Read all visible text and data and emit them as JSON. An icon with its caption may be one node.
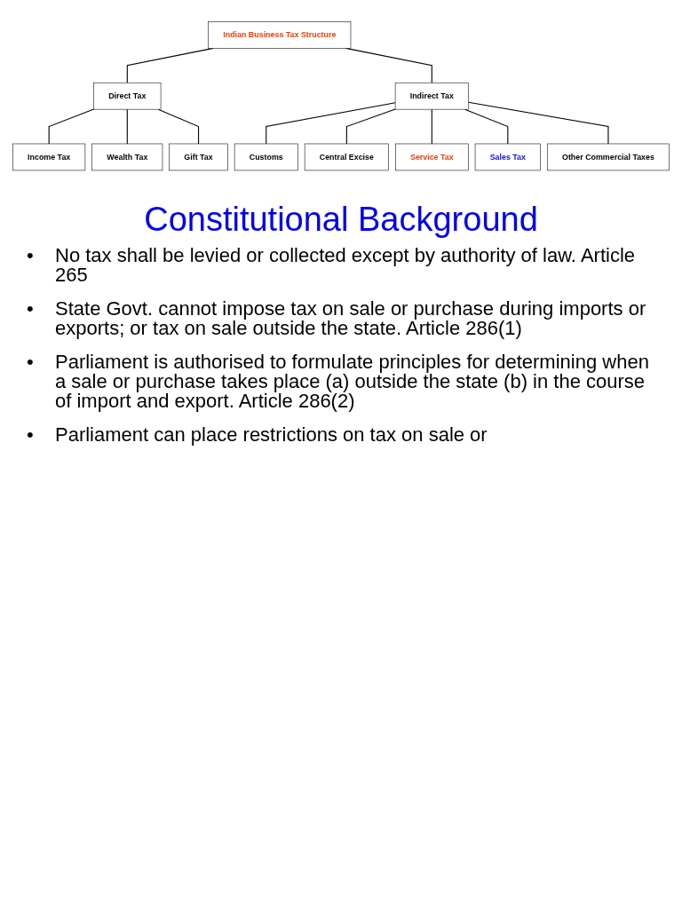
{
  "diagram": {
    "nodes": [
      {
        "text": [
          "Indian Business Tax Structure"
        ]
      },
      {
        "text": [
          "Direct Tax"
        ]
      },
      {
        "text": [
          "Indirect Tax"
        ]
      },
      {
        "text": [
          "Income Tax"
        ]
      },
      {
        "text": [
          "Wealth Tax"
        ]
      },
      {
        "text": [
          "Gift Tax"
        ]
      },
      {
        "text": [
          "Customs"
        ]
      },
      {
        "text": [
          "Central Excise"
        ]
      },
      {
        "text": [
          "Service Tax"
        ]
      },
      {
        "text": [
          "Sales Tax"
        ]
      },
      {
        "text": [
          "Other Commercial Taxes"
        ]
      }
    ],
    "edges": [
      {
        "from": 0,
        "to": 1,
        "arrow": "none"
      },
      {
        "from": 0,
        "to": 2,
        "arrow": "none"
      },
      {
        "from": 1,
        "to": 3,
        "arrow": "none"
      },
      {
        "from": 1,
        "to": 4,
        "arrow": "none"
      },
      {
        "from": 1,
        "to": 5,
        "arrow": "none"
      },
      {
        "from": 2,
        "to": 6,
        "arrow": "none"
      },
      {
        "from": 2,
        "to": 7,
        "arrow": "none"
      },
      {
        "from": 2,
        "to": 8,
        "arrow": "none"
      },
      {
        "from": 2,
        "to": 9,
        "arrow": "none"
      },
      {
        "from": 2,
        "to": 10,
        "arrow": "none"
      }
    ],
    "labels": [
      "Constitutional Background",
      "•",
      "No tax shall be levied or collected except by authority of law. Article 265",
      "•",
      "State Govt. cannot impose tax on sale or purchase during imports or exports; or tax on sale outside the state. Article 286(1)",
      "•",
      "Parliament is authorised to formulate principles for determining when a sale or purchase takes place (a) outside the state (b) in the course of import and export. Article 286(2)",
      "•",
      "Parliament can place restrictions on tax on sale or"
    ]
  }
}
